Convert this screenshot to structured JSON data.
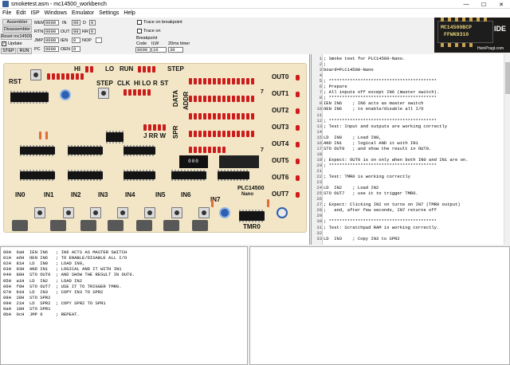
{
  "window": {
    "title": "smoketest.asm - mc14500_workbench",
    "minimize": "—",
    "maximize": "☐",
    "close": "✕"
  },
  "menu": [
    "File",
    "Edit",
    "ISP",
    "Windows",
    "Emulator",
    "Settings",
    "Help"
  ],
  "controls": {
    "buttons": {
      "assembler": "Assembler",
      "disassembler": "Disassembler",
      "reset": "Reset mc14500",
      "step": "STEP",
      "run": "RUN"
    },
    "update_label": "Update",
    "update_checked": true,
    "registers": [
      {
        "name": "MEM",
        "value": "0000"
      },
      {
        "name": "RTN",
        "value": "0000"
      },
      {
        "name": "JMP",
        "value": "0000"
      },
      {
        "name": "PC",
        "value": "0000"
      }
    ],
    "flags": [
      {
        "name": "IN",
        "value": "00"
      },
      {
        "name": "OUT",
        "value": "00"
      },
      {
        "name": "IEN",
        "value": "0"
      },
      {
        "name": "OEN",
        "value": "0"
      }
    ],
    "dq": [
      {
        "name": "D",
        "value": "0"
      },
      {
        "name": "RR",
        "value": "0"
      },
      {
        "name": "NOP",
        "value": ""
      }
    ],
    "trace_breakpoint": "Trace on breakpoint",
    "trace_on": "Trace on",
    "breakpoint_label": "Breakpoint",
    "code_label": "Code",
    "code_value": "0000",
    "ilw_label": "ILW",
    "ilw_value": "10",
    "timer_label": "20ms timer",
    "timer_value": "30"
  },
  "chip": {
    "line1": "MC14500BCP",
    "line2": "FFWK9310",
    "ide": "IDE",
    "credit": "HeinPragt.com"
  },
  "board": {
    "labels": {
      "hi": "HI",
      "lo": "LO",
      "run": "RUN",
      "step_top": "STEP",
      "rst": "RST",
      "step": "STEP",
      "clk": "CLK",
      "hilo": "HI LO",
      "r": "R",
      "st": "ST",
      "data": "DATA",
      "spr": "SPR",
      "addr": "ADDR",
      "jrrw": "J RR W",
      "tmr0": "TMR0",
      "model": "PLC14500",
      "model_sub": "Nano",
      "display": "000"
    },
    "inputs": [
      "IN0",
      "IN1",
      "IN2",
      "IN3",
      "IN4",
      "IN5",
      "IN6",
      "IN7"
    ],
    "outputs": [
      "OUT0",
      "OUT1",
      "OUT2",
      "OUT3",
      "OUT4",
      "OUT5",
      "OUT6",
      "OUT7"
    ],
    "output_num": "7"
  },
  "source": [
    "; Smoke test for PLC14500-Nano.",
    ";",
    "board=PLC14500-Nano",
    "",
    "; *****************************************",
    "; Prepare",
    "; All inputs off except IN6 (master switch).",
    "; *****************************************",
    "IEN IN6    ; IN6 acts as master switch",
    "OEN IN6    ; to enable/disable all I/O",
    "",
    "; *****************************************",
    "; Test: Input and outputs are working correctly",
    "",
    "LD  IN0    ; Load IN0,",
    "AND IN1    ; logical AND it with IN1",
    "STO OUT0   ; and show the result in OUT0.",
    "",
    "; Expect: OUT0 is on only when both IN0 and IN1 are on.",
    "; *****************************************",
    "",
    "; Test: TMR0 is working correctly",
    "",
    "LD  IN2    ; Load IN2",
    "STO OUT7   ; use it to trigger TMR0.",
    "",
    "; Expect: Clicking IN2 on turns on IN7 (TMR0 output)",
    ";   and, after few seconds, IN7 returns off",
    "",
    "; *****************************************",
    "; Test: Scratchpad RAM is working correctly.",
    "",
    "LD  IN3    ; Copy IN3 to SPR2"
  ],
  "listing": [
    "00H  6aH  IEN IN6   ; IN6 ACTS AS MASTER SWITCH",
    "01H  e6H  OEN IN6   ; TO ENABLE/DISABLE ALL I/O",
    "02H  81H  LD  IN0   ; LOAD IN0,",
    "03H  93H  AND IN1   ; LOGICAL AND IT WITH IN1",
    "04H  88H  STO OUT0  ; AND SHOW THE RESULT IN OUT0.",
    "05H  a1H  LD  IN2   ; LOAD IN2",
    "06H  f8H  STO OUT7  ; USE IT TO TRIGGER TMR0.",
    "07H  b1H  LD  IN3   ; COPY IN3 TO SPR2",
    "08H  28H  STO SPR2",
    "09H  21H  LD  SPR2  ; COPY SPR2 TO SPR1",
    "0aH  18H  STO SPR1",
    "0bH  0cH  JMP 0     ; REPEAT."
  ]
}
